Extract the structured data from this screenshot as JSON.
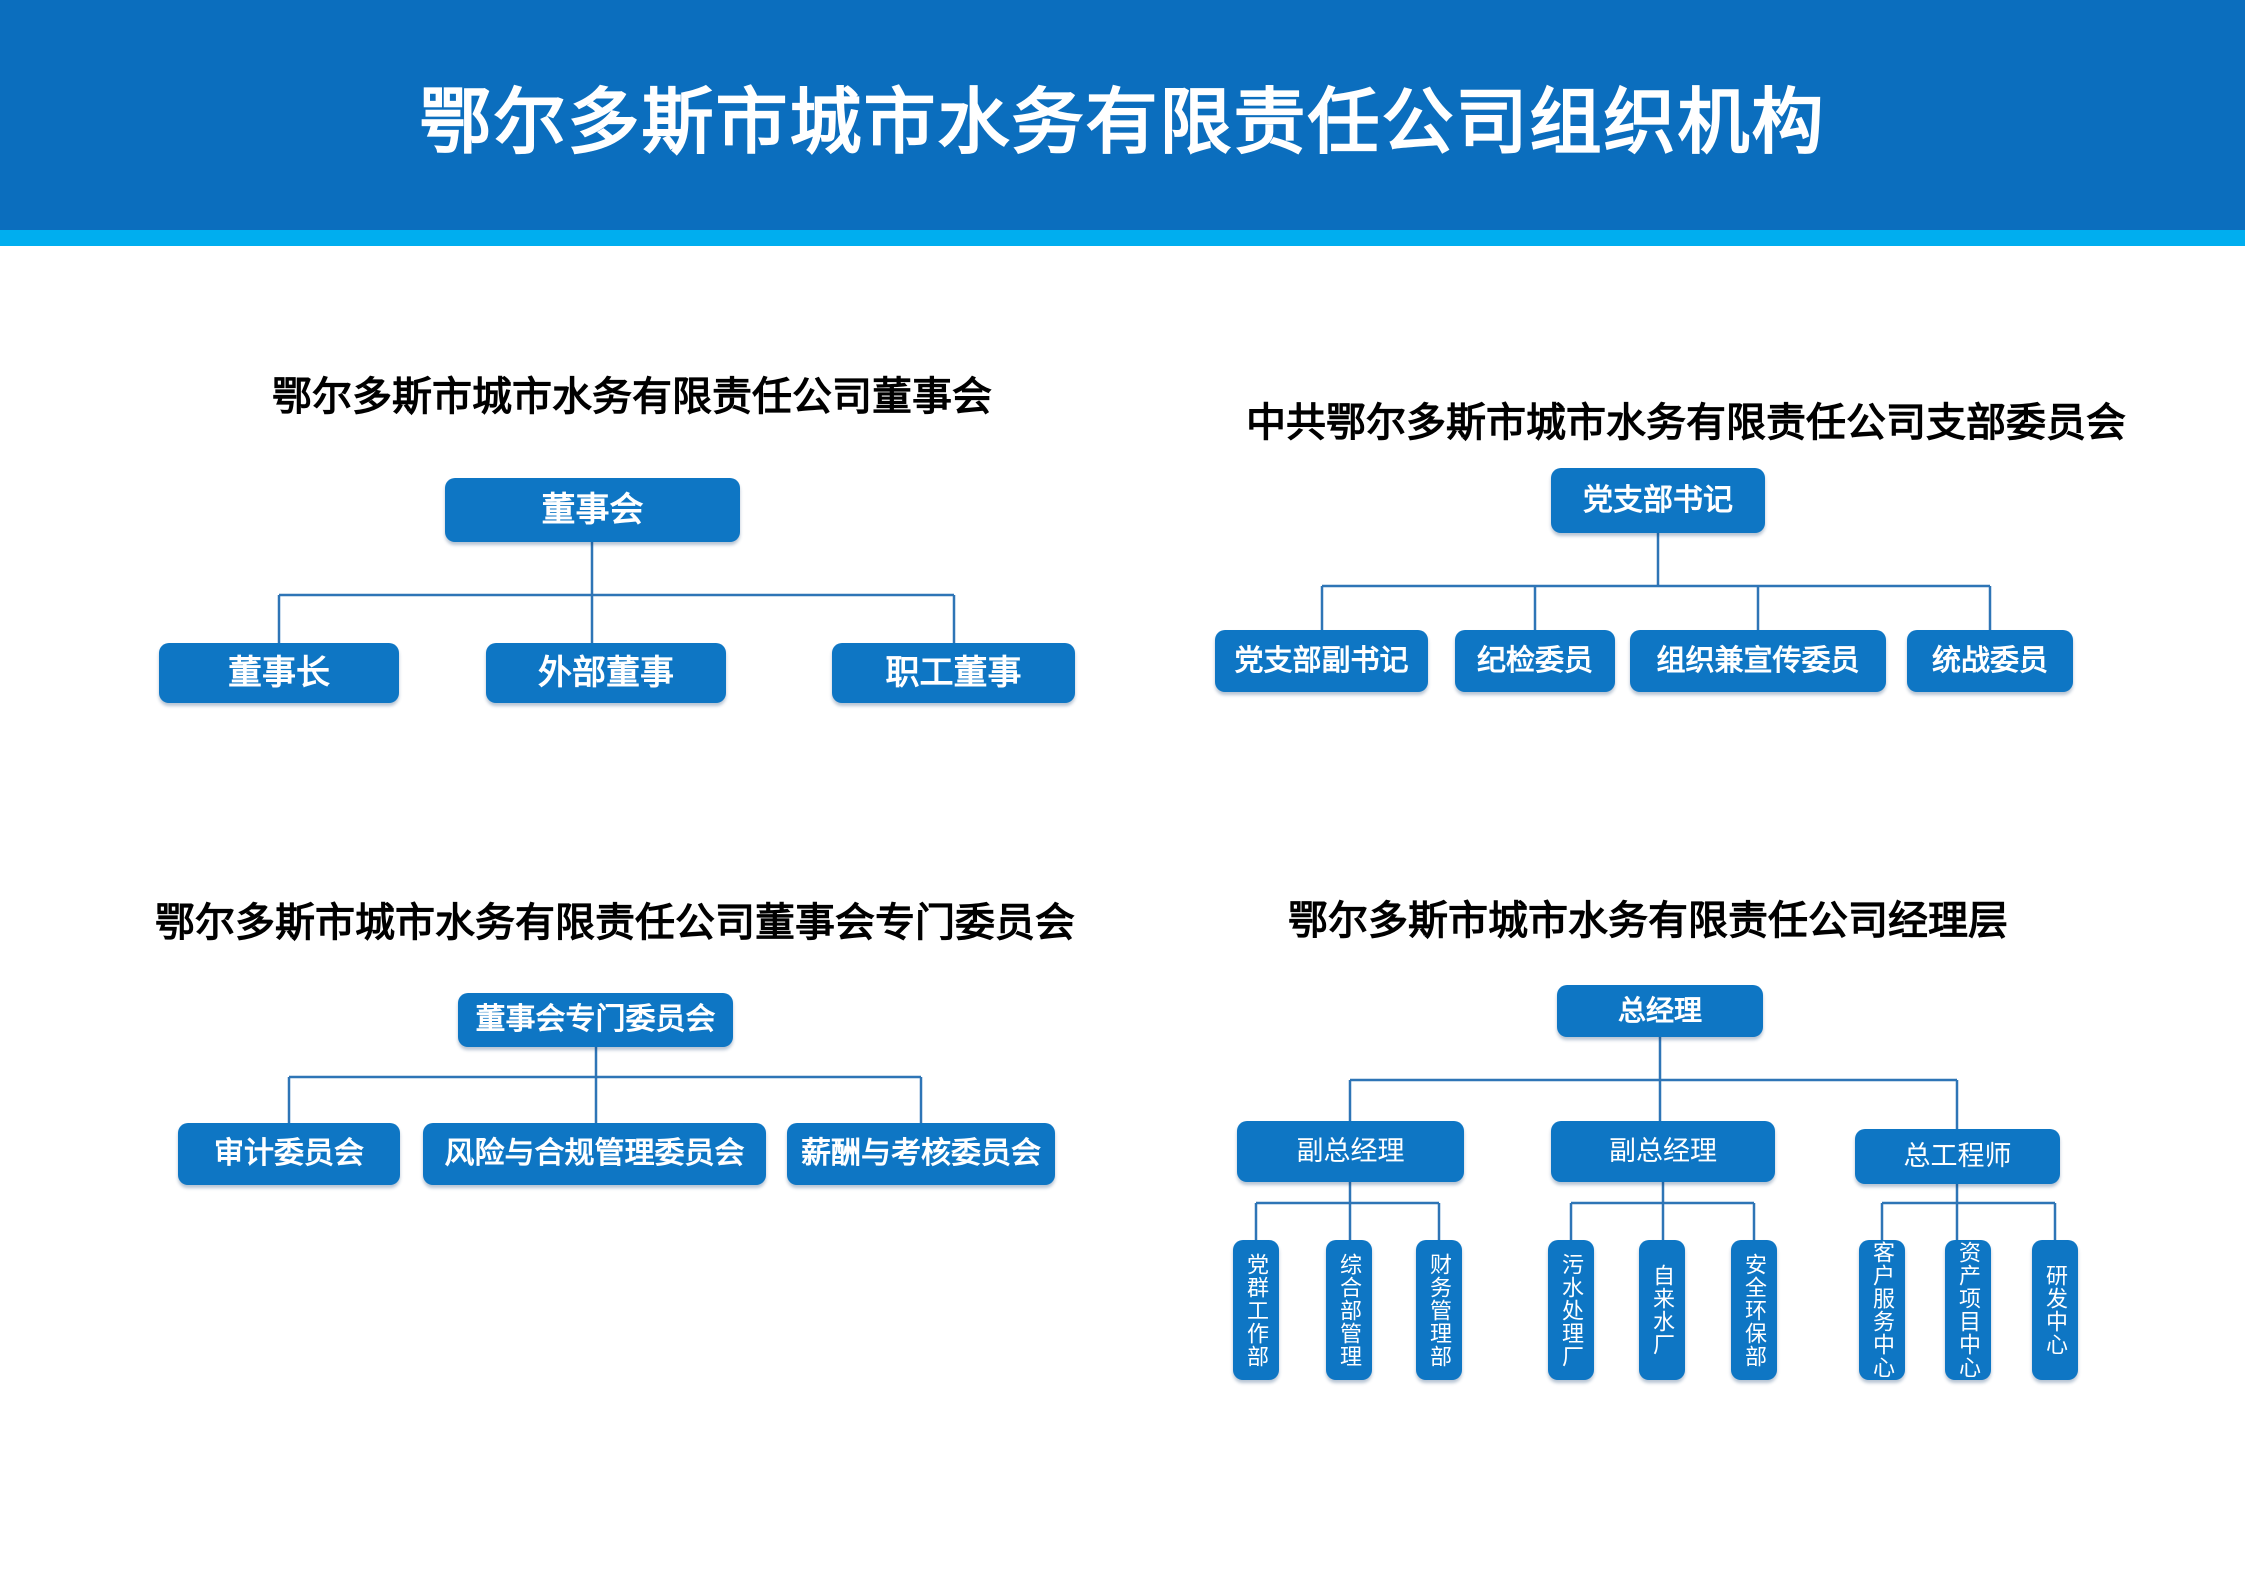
{
  "banner": {
    "title": "鄂尔多斯市城市水务有限责任公司组织机构"
  },
  "colors": {
    "banner_bg": "#0B6EBE",
    "stripe": "#00AEEF",
    "node_fill": "#0E76C4",
    "connector_line": "#2E75B6",
    "title_text": "#000000",
    "node_text": "#FFFFFF"
  },
  "charts": [
    {
      "title": "鄂尔多斯市城市水务有限责任公司董事会",
      "root": "董事会",
      "children": [
        "董事长",
        "外部董事",
        "职工董事"
      ]
    },
    {
      "title": "中共鄂尔多斯市城市水务有限责任公司支部委员会",
      "root": "党支部书记",
      "children": [
        "党支部副书记",
        "纪检委员",
        "组织兼宣传委员",
        "统战委员"
      ]
    },
    {
      "title": "鄂尔多斯市城市水务有限责任公司董事会专门委员会",
      "root": "董事会专门委员会",
      "children": [
        "审计委员会",
        "风险与合规管理委员会",
        "薪酬与考核委员会"
      ]
    },
    {
      "title": "鄂尔多斯市城市水务有限责任公司经理层",
      "root": "总经理",
      "children": [
        {
          "label": "副总经理",
          "departments": [
            "党群工作部",
            "综合部管理",
            "财务管理部"
          ]
        },
        {
          "label": "副总经理",
          "departments": [
            "污水处理厂",
            "自来水厂",
            "安全环保部"
          ]
        },
        {
          "label": "总工程师",
          "departments": [
            "客户服务中心",
            "资产项目中心",
            "研发中心"
          ]
        }
      ]
    }
  ]
}
